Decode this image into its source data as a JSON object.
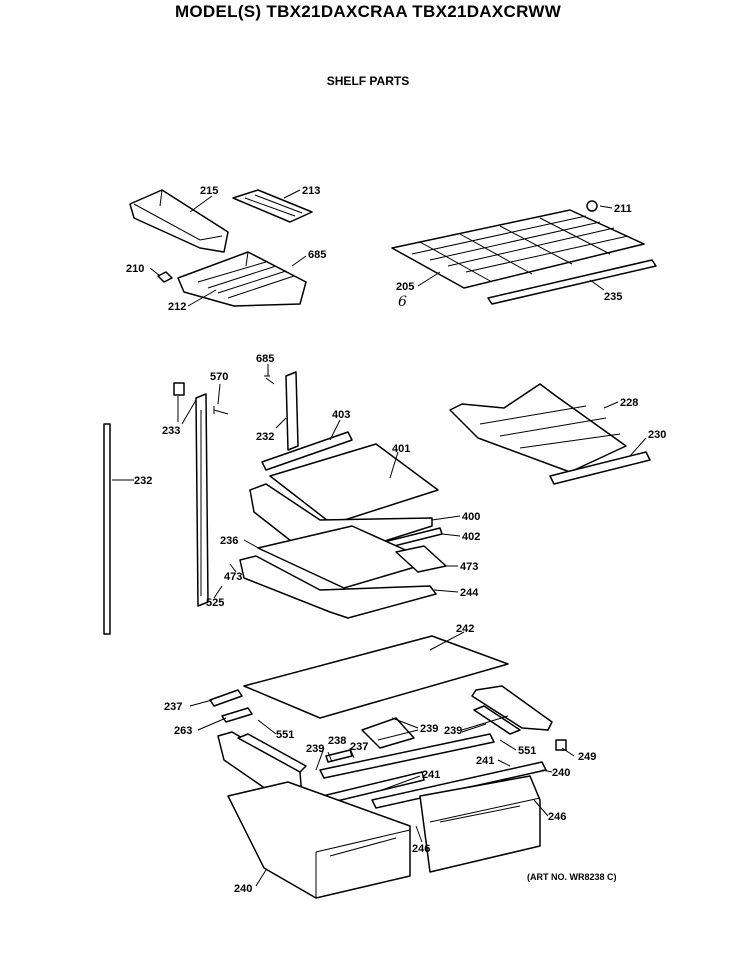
{
  "title": "MODEL(S) TBX21DAXCRAA TBX21DAXCRWW",
  "subtitle": "SHELF PARTS",
  "art_no": "(ART NO. WR8238 C)",
  "handwritten_mark": "6",
  "labels": [
    {
      "id": "p215a",
      "text": "215"
    },
    {
      "id": "p213",
      "text": "213"
    },
    {
      "id": "p685a",
      "text": "685"
    },
    {
      "id": "p210",
      "text": "210"
    },
    {
      "id": "p212",
      "text": "212"
    },
    {
      "id": "p211",
      "text": "211"
    },
    {
      "id": "p205",
      "text": "205"
    },
    {
      "id": "p235",
      "text": "235"
    },
    {
      "id": "p685b",
      "text": "685"
    },
    {
      "id": "p570",
      "text": "570"
    },
    {
      "id": "p233",
      "text": "233"
    },
    {
      "id": "p232a",
      "text": "232"
    },
    {
      "id": "p403",
      "text": "403"
    },
    {
      "id": "p401",
      "text": "401"
    },
    {
      "id": "p228",
      "text": "228"
    },
    {
      "id": "p230",
      "text": "230"
    },
    {
      "id": "p232b",
      "text": "232"
    },
    {
      "id": "p400",
      "text": "400"
    },
    {
      "id": "p402",
      "text": "402"
    },
    {
      "id": "p236",
      "text": "236"
    },
    {
      "id": "p473a",
      "text": "473"
    },
    {
      "id": "p473b",
      "text": "473"
    },
    {
      "id": "p525",
      "text": "525"
    },
    {
      "id": "p244",
      "text": "244"
    },
    {
      "id": "p242",
      "text": "242"
    },
    {
      "id": "p237a",
      "text": "237"
    },
    {
      "id": "p263",
      "text": "263"
    },
    {
      "id": "p551a",
      "text": "551"
    },
    {
      "id": "p239a",
      "text": "239"
    },
    {
      "id": "p239b",
      "text": "239"
    },
    {
      "id": "p238",
      "text": "238"
    },
    {
      "id": "p237b",
      "text": "237"
    },
    {
      "id": "p239c",
      "text": "239"
    },
    {
      "id": "p551b",
      "text": "551"
    },
    {
      "id": "p249",
      "text": "249"
    },
    {
      "id": "p241a",
      "text": "241"
    },
    {
      "id": "p241b",
      "text": "241"
    },
    {
      "id": "p240a",
      "text": "240"
    },
    {
      "id": "p246a",
      "text": "246"
    },
    {
      "id": "p246b",
      "text": "246"
    },
    {
      "id": "p240b",
      "text": "240"
    }
  ]
}
